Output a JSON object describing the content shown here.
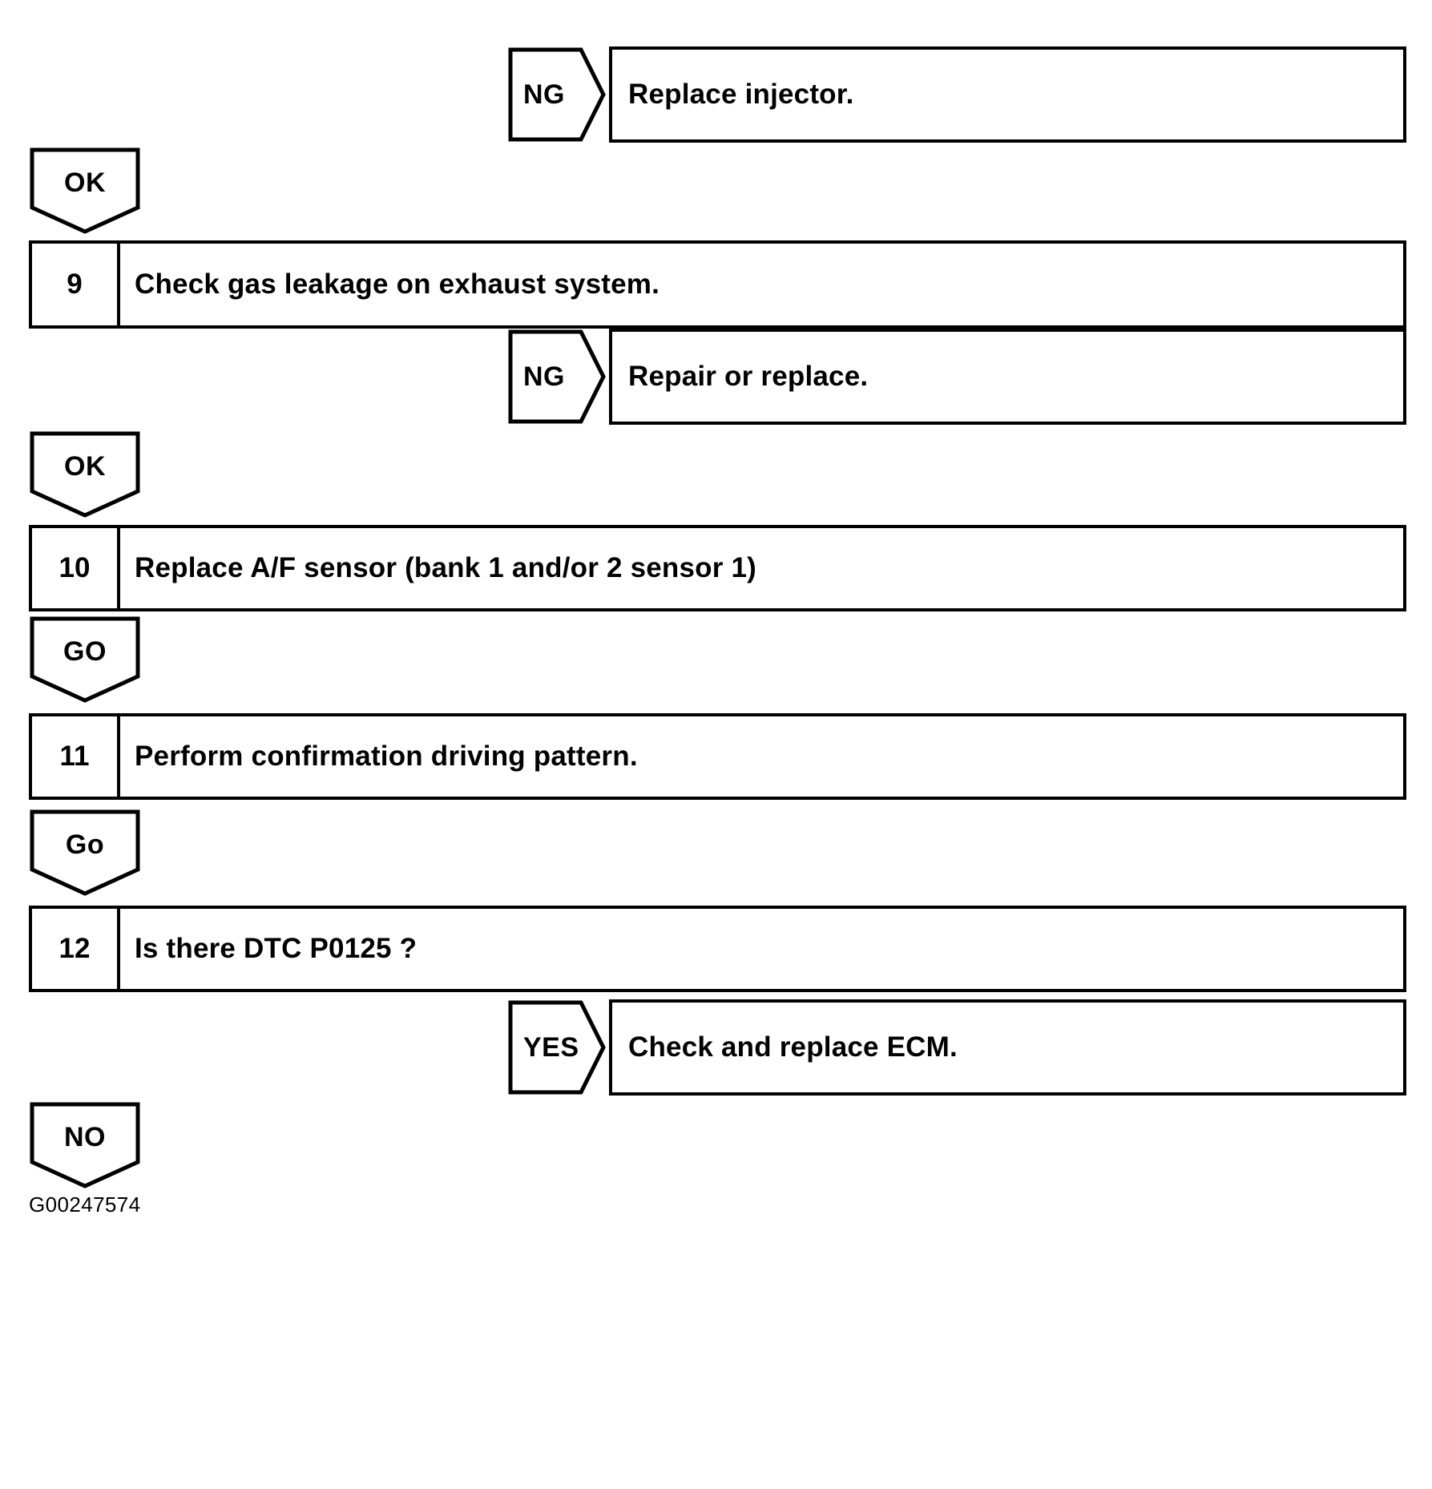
{
  "diagram": {
    "type": "flowchart",
    "title": "",
    "figure_id": "G00247574",
    "line_color": "#000000",
    "background_color": "#ffffff",
    "text_color": "#000000"
  },
  "branches": [
    {
      "id": "branch-ng-injector",
      "connector_label": "NG",
      "result_text": "Replace injector."
    },
    {
      "id": "branch-ng-repair",
      "connector_label": "NG",
      "result_text": "Repair or replace."
    },
    {
      "id": "branch-yes-ecm",
      "connector_label": "YES",
      "result_text": "Check and replace ECM."
    }
  ],
  "connectors": [
    {
      "id": "connector-ok-1",
      "label": "OK"
    },
    {
      "id": "connector-ok-2",
      "label": "OK"
    },
    {
      "id": "connector-go-upper",
      "label": "GO"
    },
    {
      "id": "connector-go-lower",
      "label": "Go"
    },
    {
      "id": "connector-no",
      "label": "NO"
    }
  ],
  "steps": [
    {
      "id": "step-9",
      "number": "9",
      "text": "Check gas leakage on exhaust system."
    },
    {
      "id": "step-10",
      "number": "10",
      "text": "Replace A/F sensor (bank 1 and/or 2 sensor 1)"
    },
    {
      "id": "step-11",
      "number": "11",
      "text": "Perform confirmation driving pattern."
    },
    {
      "id": "step-12",
      "number": "12",
      "text": "Is there DTC P0125 ?"
    }
  ]
}
